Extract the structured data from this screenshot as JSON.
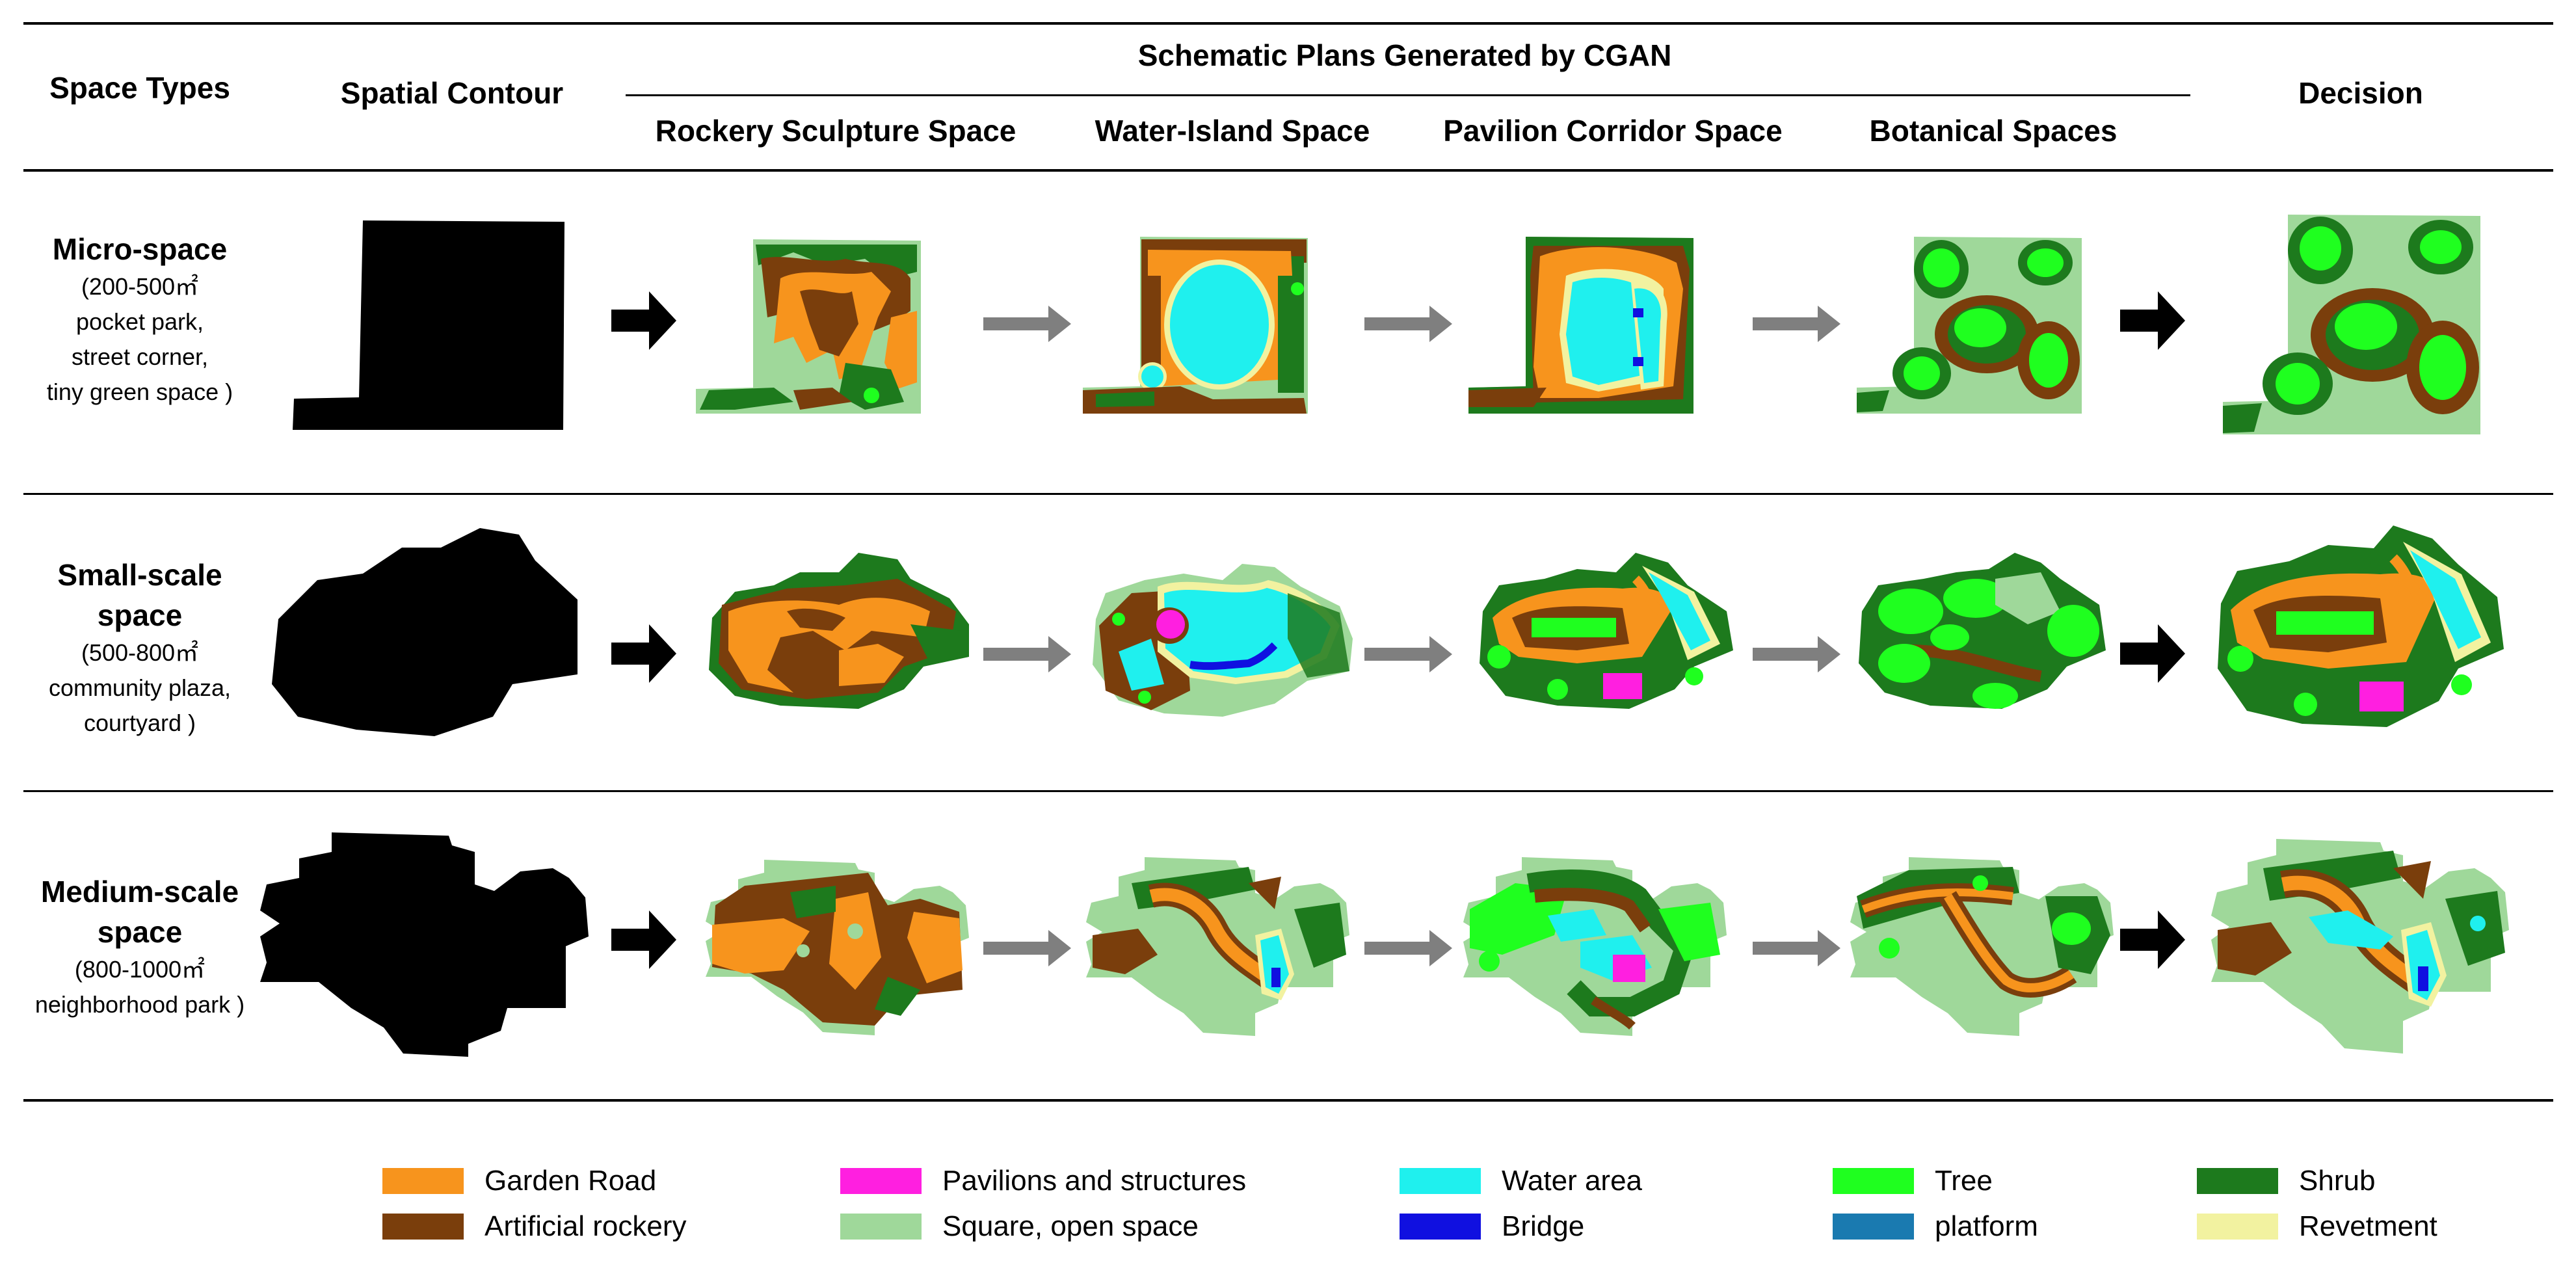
{
  "header": {
    "space_types": "Space Types",
    "spatial_contour": "Spatial Contour",
    "group_title": "Schematic Plans Generated by CGAN",
    "decision": "Decision",
    "columns": [
      "Rockery Sculpture Space",
      "Water-Island Space",
      "Pavilion Corridor Space",
      "Botanical Spaces"
    ]
  },
  "rows": [
    {
      "title": "Micro-space",
      "title2": "",
      "desc": [
        "(200-500㎡",
        "pocket park,",
        "street corner,",
        "tiny green space )"
      ]
    },
    {
      "title": "Small-scale",
      "title2": "space",
      "desc": [
        "(500-800㎡",
        "community plaza,",
        "courtyard )"
      ]
    },
    {
      "title": "Medium-scale",
      "title2": "space",
      "desc": [
        "(800-1000㎡",
        "neighborhood park )"
      ]
    }
  ],
  "legend": [
    {
      "label": "Garden Road",
      "color": "#f7941d"
    },
    {
      "label": "Artificial rockery",
      "color": "#7a3e0c"
    },
    {
      "label": "Pavilions and structures",
      "color": "#ff1fe0"
    },
    {
      "label": "Square, open space",
      "color": "#9fd89a"
    },
    {
      "label": "Water area",
      "color": "#1ff0ee"
    },
    {
      "label": "Bridge",
      "color": "#1010e0"
    },
    {
      "label": "Tree",
      "color": "#1fff1f"
    },
    {
      "label": "platform",
      "color": "#1a7ab0"
    },
    {
      "label": "Shrub",
      "color": "#1d7a1d"
    },
    {
      "label": "Revetment",
      "color": "#f2f2a0"
    }
  ]
}
